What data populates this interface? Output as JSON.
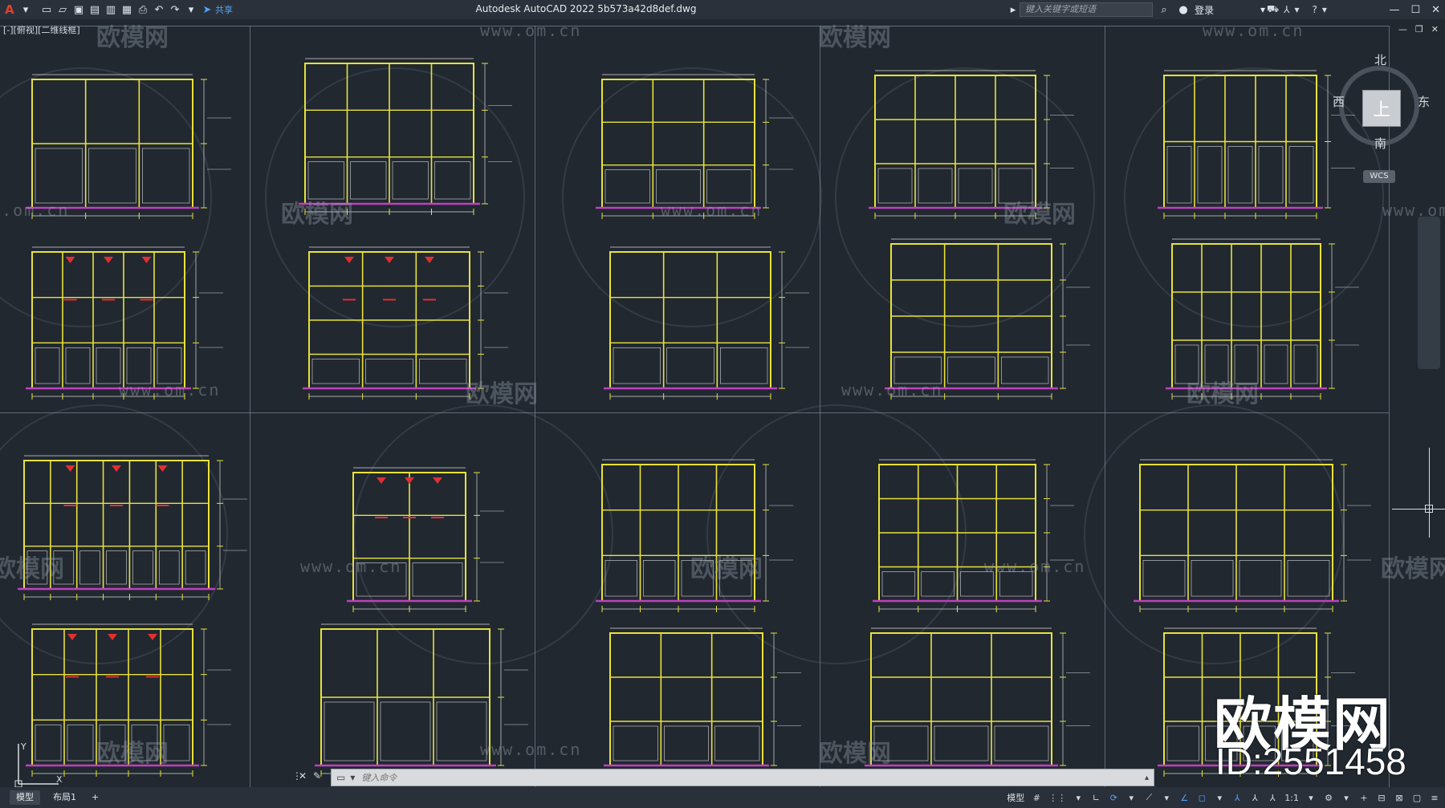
{
  "titlebar": {
    "app_logo": "A",
    "share_label": "共享",
    "title": "Autodesk AutoCAD 2022    5b573a42d8def.dwg",
    "search_placeholder": "键入关键字或短语",
    "login_label": "登录"
  },
  "viewport": {
    "view_label": "[-][俯视][二维线框]"
  },
  "viewcube": {
    "north": "北",
    "south": "南",
    "east": "东",
    "west": "西",
    "face": "上",
    "wcs": "WCS"
  },
  "watermark": {
    "brand": "欧模网",
    "url": "www.om.cn",
    "logo_text": "欧模网",
    "id_text": "ID:2551458"
  },
  "command_line": {
    "placeholder": "键入命令"
  },
  "tabs": {
    "model": "模型",
    "layout1": "布局1",
    "add": "+"
  },
  "statusbar": {
    "model": "模型",
    "scale": "1:1"
  },
  "colors": {
    "background": "#212830",
    "drawing_yellow": "#e8e23a",
    "drawing_red": "#e03030",
    "drawing_magenta": "#c040c0",
    "drawing_white": "#d8d8d8",
    "accent_blue": "#4ea3ff"
  }
}
